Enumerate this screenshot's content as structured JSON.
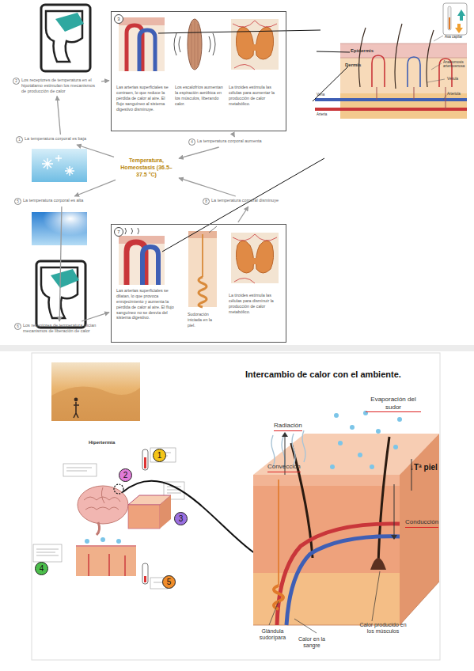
{
  "diagram": {
    "nodes": [
      {
        "text": [
          "Las arterias superficiales se contraen, lo que reduce la pérdida de calor al aire. El flujo sanguíneo al sistema digestivo disminuye.",
          "Los escalofríos aumentan la espiración aeróbica en los músculos, liberando calor.",
          "La tiroides estimula las células para aumentar la producción de calor metabólico."
        ]
      },
      {
        "text": [
          "3"
        ],
        "in": 0
      },
      {
        "text": [
          "2",
          "Los receptores de temperatura en el hipotálamo estimulan los mecanismos de producción de calor"
        ]
      },
      {
        "text": [
          "1",
          "La temperatura corporal es baja"
        ]
      },
      {
        "text": [
          "Temperatura, Homeostasis (36.5–37.5 °C)"
        ]
      },
      {
        "text": [
          "4",
          "La temperatura corporal aumenta"
        ]
      },
      {
        "text": [
          "5",
          "La temperatura corporal es alta"
        ]
      },
      {
        "text": [
          "8",
          "La temperatura corporal disminuye"
        ]
      },
      {
        "text": [
          "Las arterias superficiales se dilatan, lo que provoca enrojecimiento y aumenta la pérdida de calor al aire. El flujo sanguíneo no se desvía del sistema digestivo.",
          "Sudoración iniciada en la piel.",
          "La tiroides estimula las células para disminuir la producción de calor metabólico."
        ]
      },
      {
        "text": [
          "7"
        ],
        "in": 8
      },
      {
        "text": [
          "6",
          "Los receptores de temperatura inician mecanismos de liberación de calor"
        ]
      },
      {
        "text": [
          "1"
        ]
      },
      {
        "text": [
          "2"
        ]
      },
      {
        "text": [
          "3"
        ]
      },
      {
        "text": [
          "4"
        ]
      },
      {
        "text": [
          "5"
        ]
      }
    ],
    "edges": [
      {
        "from": 3,
        "to": 2,
        "arrow": "to"
      },
      {
        "from": 2,
        "to": 0,
        "arrow": "to"
      },
      {
        "from": 0,
        "to": 5,
        "arrow": "to"
      },
      {
        "from": 5,
        "to": 4,
        "arrow": "to"
      },
      {
        "from": 4,
        "to": 3,
        "arrow": "to"
      },
      {
        "from": 4,
        "to": 6,
        "arrow": "to"
      },
      {
        "from": 6,
        "to": 10,
        "arrow": "to"
      },
      {
        "from": 10,
        "to": 8,
        "arrow": "to"
      },
      {
        "from": 8,
        "to": 7,
        "arrow": "to"
      },
      {
        "from": 7,
        "to": 4,
        "arrow": "to"
      }
    ],
    "labels": [
      "Epidermis",
      "Dermis",
      "Asa capilar",
      "Anastomosis arteriovenosa",
      "Vénula",
      "Arteriola",
      "Vena",
      "Arteria",
      "Intercambio de calor con el ambiente.",
      "Hipertermia",
      "Radiación",
      "Convección",
      "Evaporación del sudor",
      "↓Tª piel",
      "Conducción",
      "Glándula sudorípara",
      "Calor en la sangre",
      "Calor producido en los músculos"
    ]
  }
}
